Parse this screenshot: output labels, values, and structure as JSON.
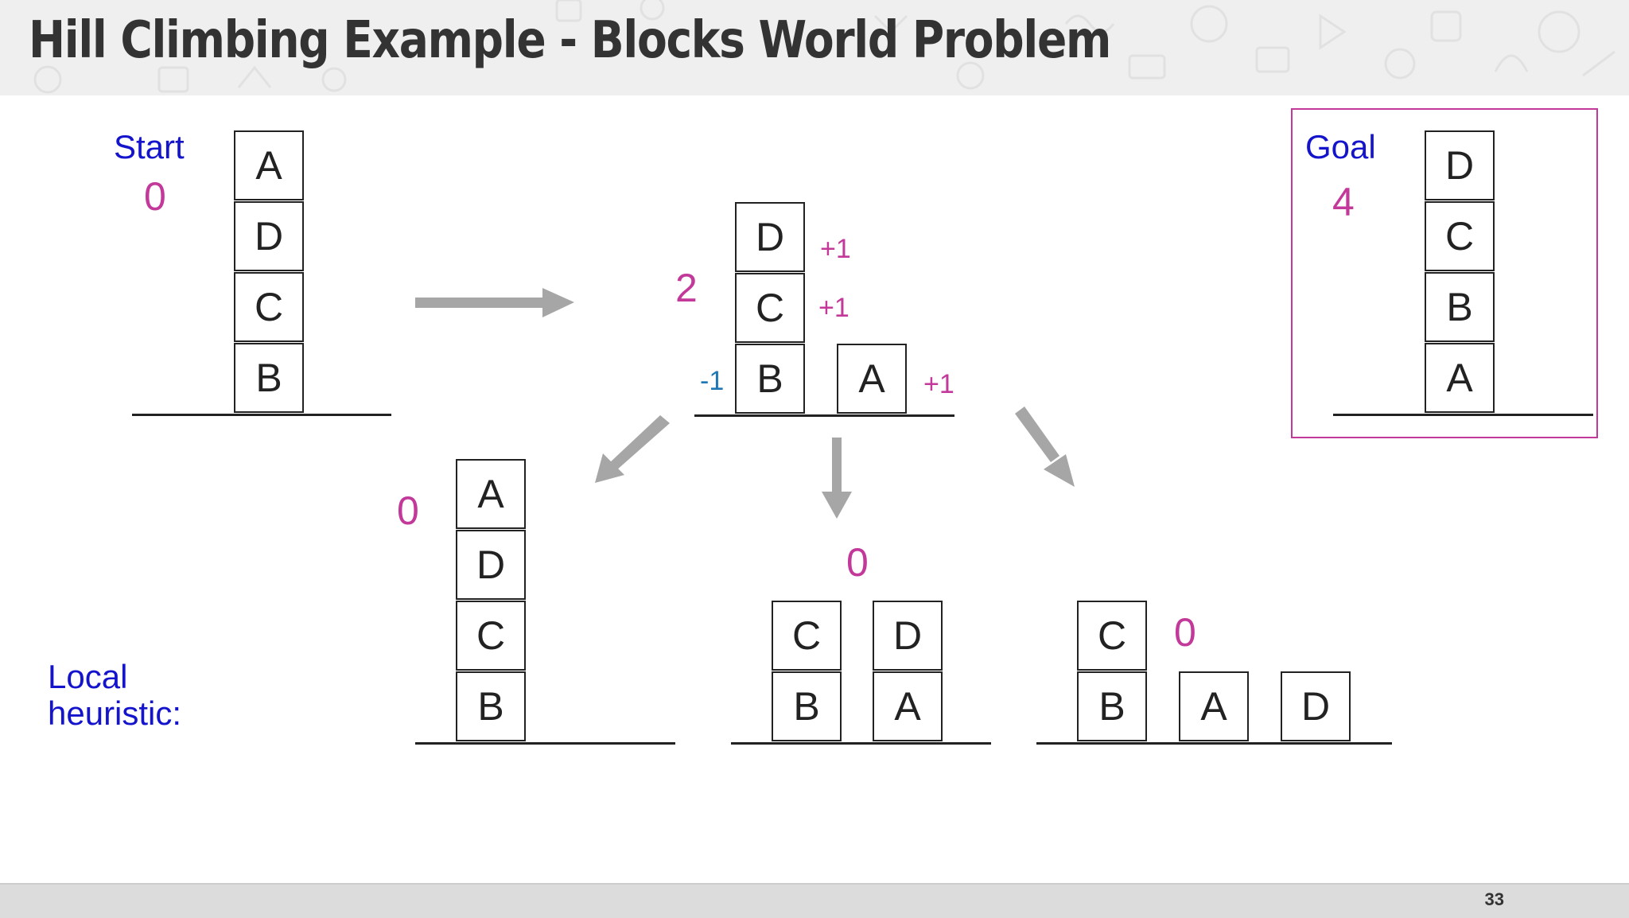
{
  "slide": {
    "title": "Hill Climbing Example - Blocks World Problem",
    "page_number": "33"
  },
  "labels": {
    "start": "Start",
    "goal": "Goal",
    "local_heuristic_line1": "Local",
    "local_heuristic_line2": "heuristic:"
  },
  "states": {
    "start": {
      "score": "0",
      "stack_top_to_bottom": [
        "A",
        "D",
        "C",
        "B"
      ]
    },
    "goal": {
      "score": "4",
      "stack_top_to_bottom": [
        "D",
        "C",
        "B",
        "A"
      ]
    },
    "middle": {
      "score": "2",
      "stack1_top_to_bottom": [
        "D",
        "C",
        "B"
      ],
      "stack2": [
        "A"
      ],
      "deltas": {
        "d": "+1",
        "c": "+1",
        "b": "-1",
        "a": "+1"
      }
    },
    "child_left": {
      "score": "0",
      "stack_top_to_bottom": [
        "A",
        "D",
        "C",
        "B"
      ]
    },
    "child_middle": {
      "score": "0",
      "stack1_top_to_bottom": [
        "C",
        "B"
      ],
      "stack2_top_to_bottom": [
        "D",
        "A"
      ]
    },
    "child_right": {
      "score": "0",
      "stack1_top_to_bottom": [
        "C",
        "B"
      ],
      "stack2": [
        "A"
      ],
      "stack3": [
        "D"
      ]
    }
  },
  "colors": {
    "score": "#c2399a",
    "negative_delta": "#1f77b4",
    "label_blue": "#1414cc",
    "goal_border": "#c2399a",
    "arrow": "#a6a6a6"
  }
}
